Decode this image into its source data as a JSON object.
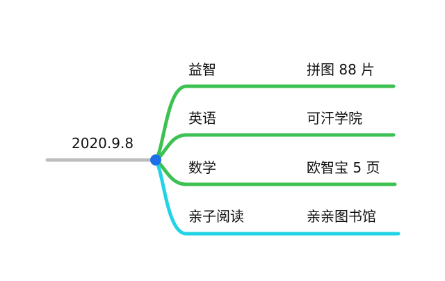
{
  "root": {
    "label": "2020.9.8",
    "line_color": "#bdbdbd",
    "node_color": "#1e6fe8"
  },
  "branches": [
    {
      "topic": "益智",
      "detail": "拼图 88 片",
      "color": "#3cc152"
    },
    {
      "topic": "英语",
      "detail": "可汗学院",
      "color": "#3cc152"
    },
    {
      "topic": "数学",
      "detail": "欧智宝 5 页",
      "color": "#3cc152"
    },
    {
      "topic": "亲子阅读",
      "detail": "亲亲图书馆",
      "color": "#22d3e6"
    }
  ]
}
